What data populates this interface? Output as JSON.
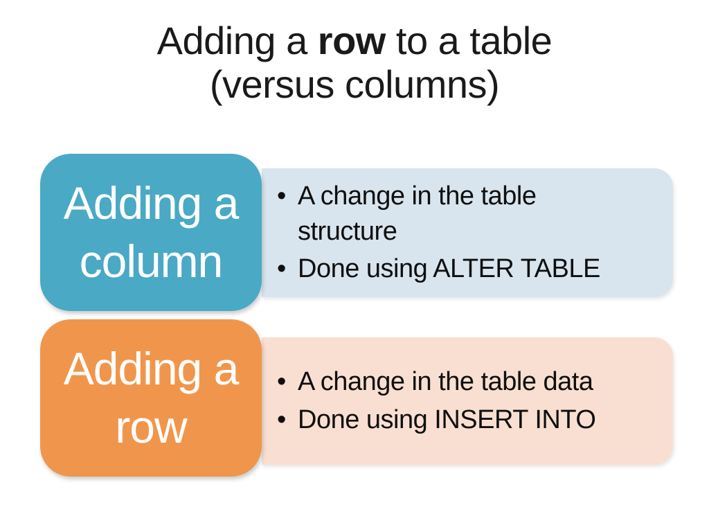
{
  "slide": {
    "title": {
      "pre": "Adding a ",
      "bold": "row",
      "post": " to a table",
      "line2": "(versus columns)"
    },
    "colors": {
      "background": "#FFFFFF",
      "column_header_bg": "#4AA9C5",
      "column_panel_bg": "#D9E5EE",
      "row_header_bg": "#F0964C",
      "row_panel_bg": "#F9DFD1",
      "header_text": "#FFFFFF",
      "body_text": "#0F0F0F",
      "title_text": "#1A1A1A"
    },
    "rows": [
      {
        "header": "Adding a column",
        "bullets": [
          "A change in the table structure",
          "Done using ALTER TABLE"
        ]
      },
      {
        "header": "Adding a row",
        "bullets": [
          "A change in the table data",
          "Done using INSERT INTO"
        ]
      }
    ]
  }
}
